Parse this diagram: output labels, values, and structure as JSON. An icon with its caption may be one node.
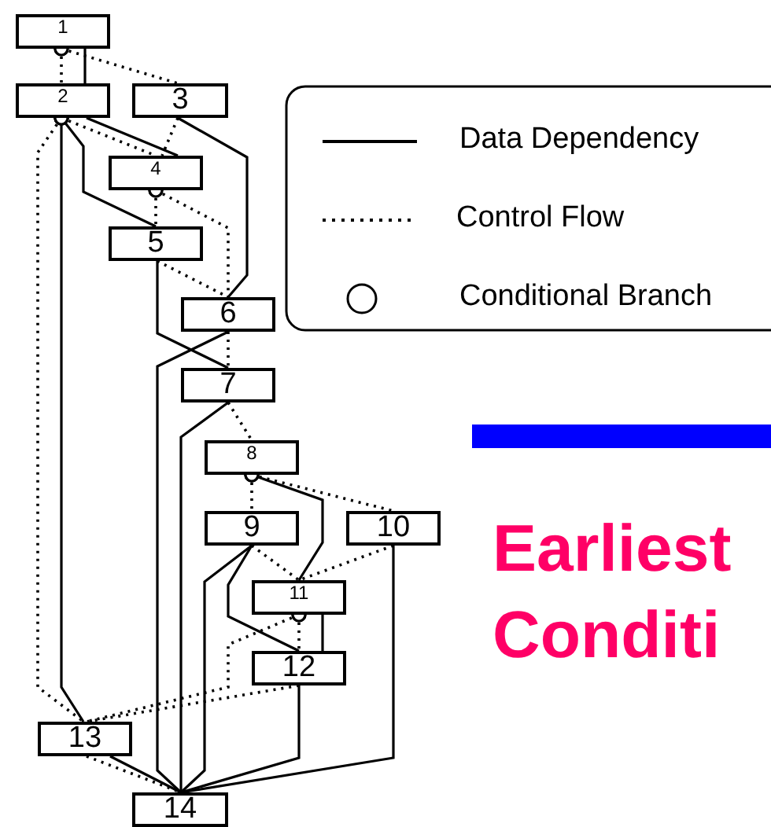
{
  "diagram": {
    "nodes": [
      {
        "text": [
          "1"
        ]
      },
      {
        "text": [
          "2"
        ]
      },
      {
        "text": [
          "3"
        ]
      },
      {
        "text": [
          "4"
        ]
      },
      {
        "text": [
          "5"
        ]
      },
      {
        "text": [
          "6"
        ]
      },
      {
        "text": [
          "7"
        ]
      },
      {
        "text": [
          "8"
        ]
      },
      {
        "text": [
          "9"
        ]
      },
      {
        "text": [
          "10"
        ]
      },
      {
        "text": [
          "11"
        ]
      },
      {
        "text": [
          "12"
        ]
      },
      {
        "text": [
          "13"
        ]
      },
      {
        "text": [
          "14"
        ]
      },
      {
        "text": [],
        "shape": "bar"
      }
    ],
    "edges": [
      {
        "from": 0,
        "to": 1,
        "arrow": "other",
        "style": "dashed"
      },
      {
        "from": 0,
        "to": 1,
        "arrow": "none"
      },
      {
        "from": 0,
        "to": 2,
        "arrow": "other",
        "style": "dashed"
      },
      {
        "from": 1,
        "to": 3,
        "arrow": "other",
        "style": "dashed"
      },
      {
        "from": 1,
        "to": 3,
        "arrow": "none"
      },
      {
        "from": 1,
        "to": 4,
        "arrow": "other"
      },
      {
        "from": 1,
        "to": 12,
        "arrow": "other"
      },
      {
        "from": 1,
        "to": 12,
        "arrow": "other",
        "style": "dashed"
      },
      {
        "from": 2,
        "to": 3,
        "arrow": "none",
        "style": "dashed"
      },
      {
        "from": 2,
        "to": 5,
        "arrow": "none"
      },
      {
        "from": 3,
        "to": 4,
        "arrow": "other",
        "style": "dashed"
      },
      {
        "from": 3,
        "to": 5,
        "arrow": "other",
        "style": "dashed"
      },
      {
        "from": 4,
        "to": 5,
        "arrow": "none",
        "style": "dashed"
      },
      {
        "from": 4,
        "to": 6,
        "arrow": "none"
      },
      {
        "from": 5,
        "to": 6,
        "arrow": "none",
        "style": "dashed"
      },
      {
        "from": 5,
        "to": 13,
        "arrow": "none"
      },
      {
        "from": 6,
        "to": 13,
        "arrow": "none"
      },
      {
        "from": 6,
        "to": 7,
        "arrow": "none",
        "style": "dashed"
      },
      {
        "from": 7,
        "to": 8,
        "arrow": "other",
        "style": "dashed"
      },
      {
        "from": 7,
        "to": 9,
        "arrow": "other",
        "style": "dashed"
      },
      {
        "from": 7,
        "to": 10,
        "arrow": "other"
      },
      {
        "from": 8,
        "to": 10,
        "arrow": "none",
        "style": "dashed"
      },
      {
        "from": 8,
        "to": 13,
        "arrow": "none"
      },
      {
        "from": 8,
        "to": 11,
        "arrow": "none"
      },
      {
        "from": 9,
        "to": 10,
        "arrow": "none",
        "style": "dashed"
      },
      {
        "from": 9,
        "to": 13,
        "arrow": "none"
      },
      {
        "from": 10,
        "to": 11,
        "arrow": "other",
        "style": "dashed"
      },
      {
        "from": 10,
        "to": 11,
        "arrow": "none"
      },
      {
        "from": 10,
        "to": 12,
        "arrow": "other",
        "style": "dashed"
      },
      {
        "from": 11,
        "to": 12,
        "arrow": "none",
        "style": "dashed"
      },
      {
        "from": 11,
        "to": 13,
        "arrow": "none"
      },
      {
        "from": 12,
        "to": 13,
        "arrow": "none"
      },
      {
        "from": 12,
        "to": 13,
        "arrow": "none",
        "style": "dashed"
      }
    ],
    "labels": [
      "Earliest",
      "Conditi"
    ],
    "legend": [
      {
        "text": "Data Dependency"
      },
      {
        "text": "Control Flow"
      },
      {
        "text": "Conditional Branch"
      }
    ]
  }
}
